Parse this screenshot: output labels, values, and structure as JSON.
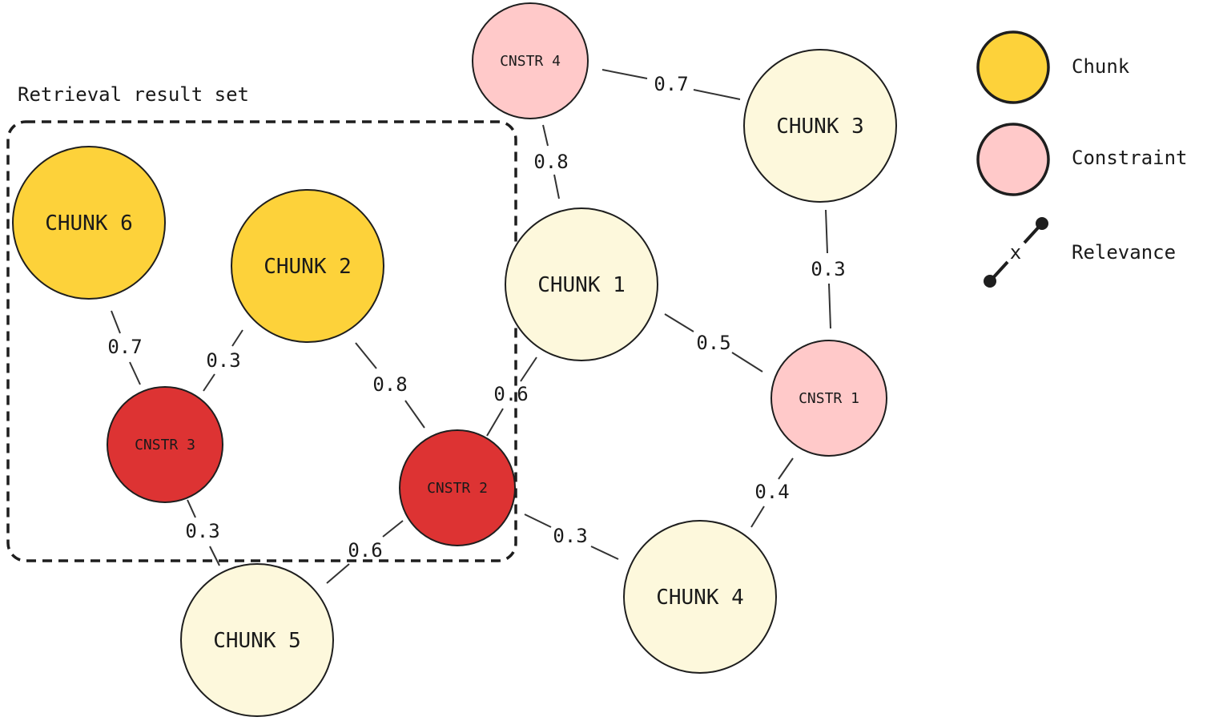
{
  "group": {
    "label": "Retrieval result set"
  },
  "colors": {
    "chunk_in_result": "#fdd23a",
    "chunk_other": "#fdf8dc",
    "constraint_in_result": "#dd3333",
    "constraint_other": "#ffc9c9",
    "stroke": "#1e1e1e"
  },
  "nodes": {
    "chunk6": {
      "label": "CHUNK 6"
    },
    "chunk2": {
      "label": "CHUNK 2"
    },
    "chunk1": {
      "label": "CHUNK 1"
    },
    "chunk3": {
      "label": "CHUNK 3"
    },
    "chunk4": {
      "label": "CHUNK 4"
    },
    "chunk5": {
      "label": "CHUNK 5"
    },
    "cnstr1": {
      "label": "CNSTR 1"
    },
    "cnstr2": {
      "label": "CNSTR 2"
    },
    "cnstr3": {
      "label": "CNSTR 3"
    },
    "cnstr4": {
      "label": "CNSTR 4"
    }
  },
  "edges": {
    "cnstr4_chunk3": "0.7",
    "cnstr4_chunk1": "0.8",
    "chunk3_cnstr1": "0.3",
    "chunk1_cnstr1": "0.5",
    "cnstr1_chunk4": "0.4",
    "chunk6_cnstr3": "0.7",
    "chunk2_cnstr3": "0.3",
    "chunk2_cnstr2": "0.8",
    "chunk1_cnstr2": "0.6",
    "cnstr3_chunk5": "0.3",
    "cnstr2_chunk5": "0.6",
    "cnstr2_chunk4": "0.3"
  },
  "legend": {
    "chunk": "Chunk",
    "constraint": "Constraint",
    "relevance": "Relevance",
    "relevance_marker": "x"
  }
}
